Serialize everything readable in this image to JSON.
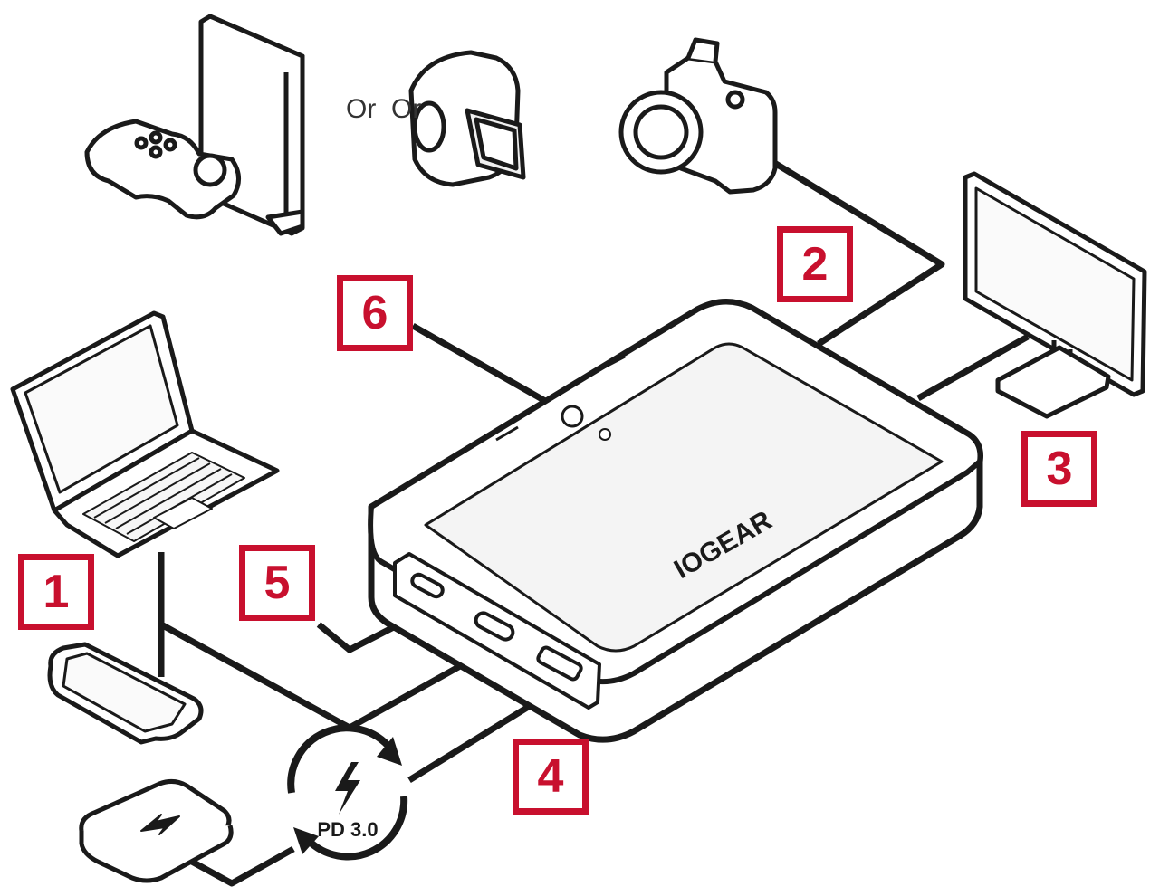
{
  "callouts": [
    {
      "id": "c1",
      "label": "1"
    },
    {
      "id": "c2",
      "label": "2"
    },
    {
      "id": "c3",
      "label": "3"
    },
    {
      "id": "c4",
      "label": "4"
    },
    {
      "id": "c5",
      "label": "5"
    },
    {
      "id": "c6",
      "label": "6"
    }
  ],
  "or_labels": [
    "Or",
    "Or"
  ],
  "brand_logo": "IOGEAR",
  "pd_badge": "PD 3.0",
  "colors": {
    "callout": "#c8102e",
    "line": "#1a1a1a",
    "device_fill": "#ffffff"
  },
  "icons": [
    "game-console-icon",
    "camcorder-icon",
    "camera-icon",
    "monitor-icon",
    "laptop-icon",
    "smartphone-icon",
    "power-bank-icon",
    "dock-icon",
    "pd-charge-icon"
  ]
}
